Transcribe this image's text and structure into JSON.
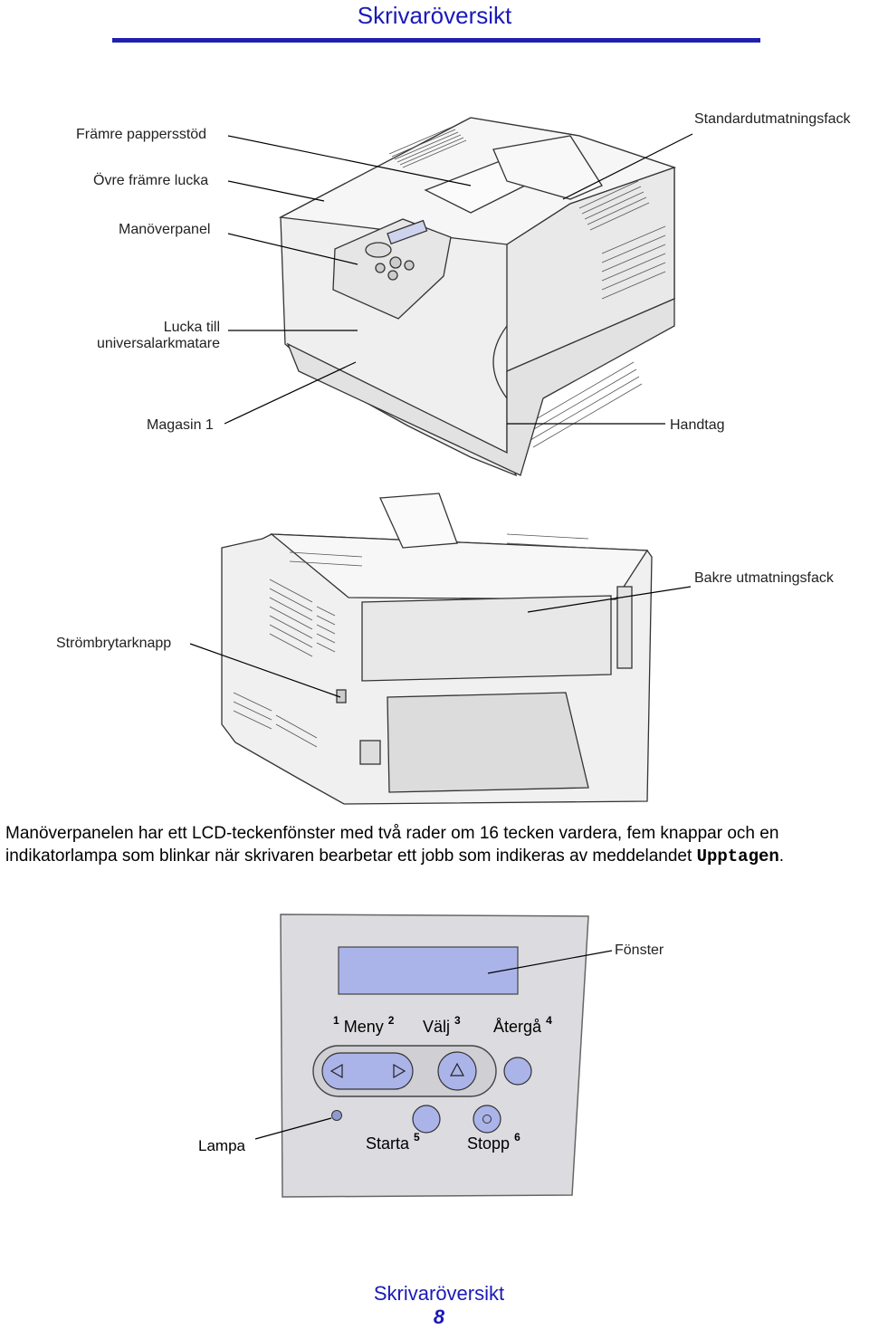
{
  "header": {
    "title": "Skrivaröversikt"
  },
  "front_labels": {
    "paper_support": "Främre pappersstöd",
    "std_output": "Standardutmatningsfack",
    "upper_door": "Övre främre lucka",
    "operator_panel": "Manöverpanel",
    "mpf_door_line1": "Lucka till",
    "mpf_door_line2": "universalarkmatare",
    "tray1": "Magasin 1",
    "handle": "Handtag"
  },
  "rear_labels": {
    "rear_output": "Bakre utmatningsfack",
    "power_switch": "Strömbrytarknapp"
  },
  "description": {
    "text": "Manöverpanelen har ett LCD-teckenfönster med två rader om 16 tecken vardera, fem knappar och en indikatorlampa som blinkar när skrivaren bearbetar ett jobb som indikeras av meddelandet",
    "code": "Upptagen",
    "end": "."
  },
  "panel": {
    "display_label": "Fönster",
    "num1": "1",
    "menu": "Meny",
    "num2": "2",
    "select": "Välj",
    "num3": "3",
    "return": "Återgå",
    "num4": "4",
    "light_label": "Lampa",
    "go": "Starta",
    "num5": "5",
    "stop": "Stopp",
    "num6": "6"
  },
  "footer": {
    "title": "Skrivaröversikt",
    "page": "8"
  },
  "colors": {
    "accent": "#1a1ab8",
    "lcd": "#aab4e8",
    "panel": "#dcdce0"
  }
}
